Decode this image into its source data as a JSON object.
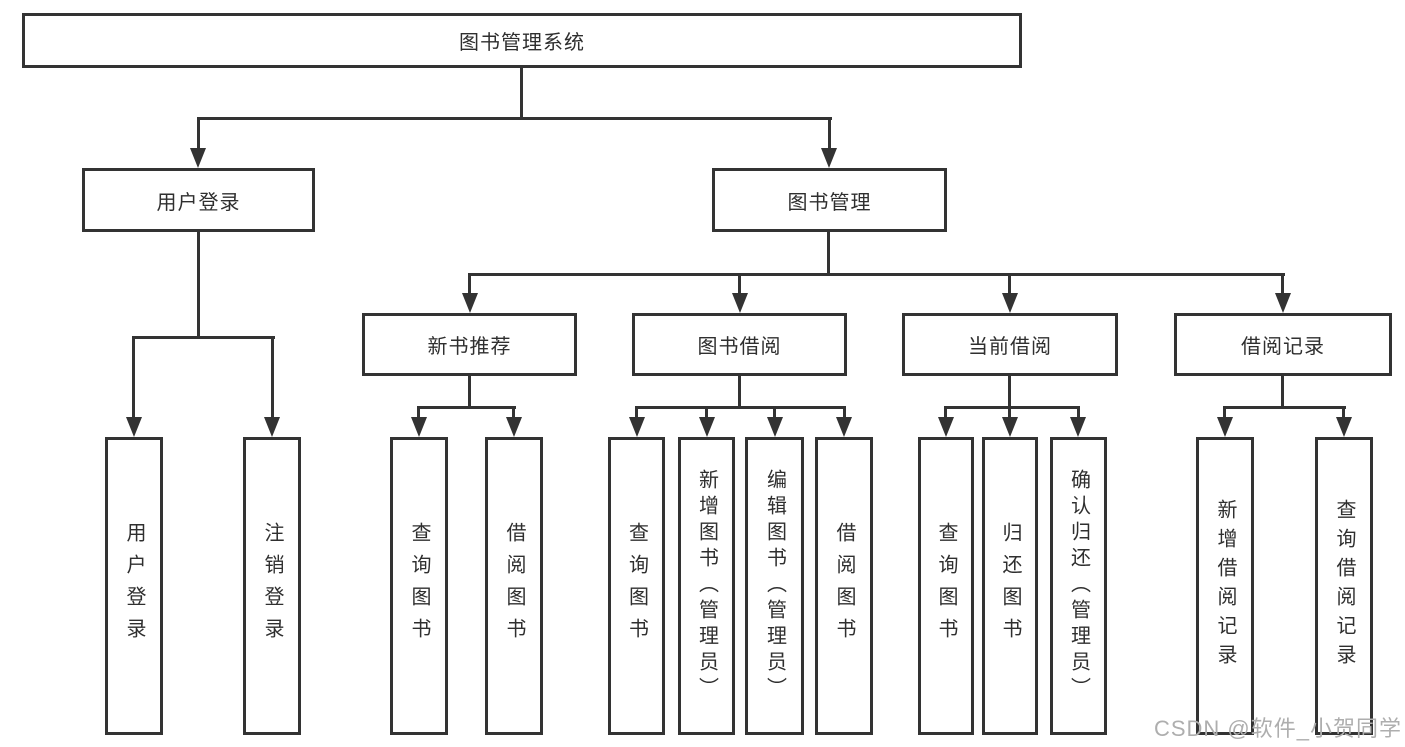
{
  "tree": {
    "label": "图书管理系统",
    "children": [
      {
        "label": "用户登录",
        "children": [
          {
            "label": "用户登录"
          },
          {
            "label": "注销登录"
          }
        ]
      },
      {
        "label": "图书管理",
        "children": [
          {
            "label": "新书推荐",
            "children": [
              {
                "label": "查询图书"
              },
              {
                "label": "借阅图书"
              }
            ]
          },
          {
            "label": "图书借阅",
            "children": [
              {
                "label": "查询图书"
              },
              {
                "label": "新增图书（管理员）"
              },
              {
                "label": "编辑图书（管理员）"
              },
              {
                "label": "借阅图书"
              }
            ]
          },
          {
            "label": "当前借阅",
            "children": [
              {
                "label": "查询图书"
              },
              {
                "label": "归还图书"
              },
              {
                "label": "确认归还（管理员）"
              }
            ]
          },
          {
            "label": "借阅记录",
            "children": [
              {
                "label": "新增借阅记录"
              },
              {
                "label": "查询借阅记录"
              }
            ]
          }
        ]
      }
    ]
  },
  "watermark": {
    "text": "CSDN @软件_小贺同学"
  },
  "colors": {
    "line": "#333333",
    "node_border": "#333333",
    "node_background": "#ffffff",
    "text": "#2f2f2f",
    "watermark": "#aeaeae",
    "page_background": "#ffffff"
  }
}
